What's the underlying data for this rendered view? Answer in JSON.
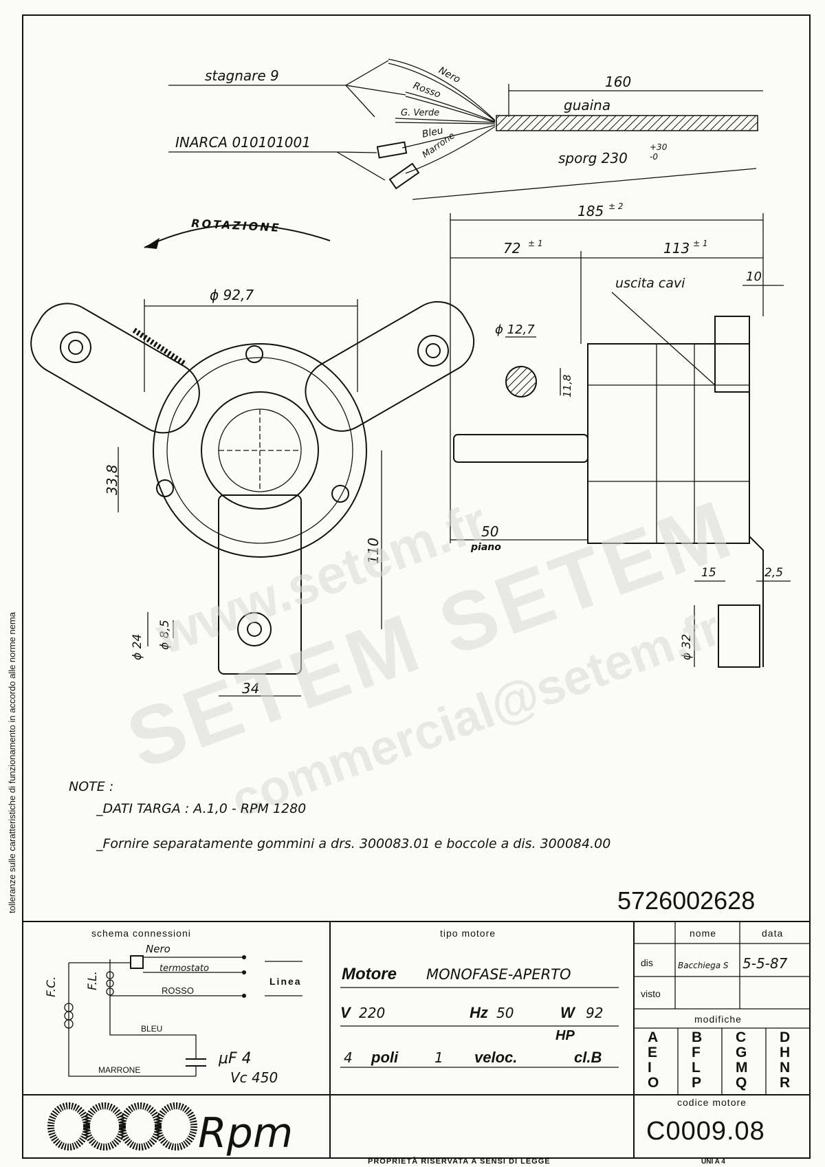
{
  "wiring": {
    "stagnare": "stagnare  9",
    "inarca": "INARCA  010101001",
    "wires": [
      "Nero",
      "Rosso",
      "G. Verde",
      "Bleu",
      "Marrone"
    ],
    "guaina": "guaina",
    "length_160": "160",
    "sporg": "sporg  230",
    "sporg_tol": "+30",
    "sporg_tol2": "-0"
  },
  "front_view": {
    "rotation": "ROTAZIONE",
    "dia_92": "ϕ 92,7",
    "dim_33": "33,8",
    "dim_110": "110",
    "dim_24": "ϕ 24",
    "dim_8": "ϕ 8,5",
    "dim_34": "34"
  },
  "side_view": {
    "dim_185": "185",
    "tol_185": "± 2",
    "dim_72": "72",
    "tol_72": "± 1",
    "dim_113": "113",
    "tol_113": "± 1",
    "uscita": "uscita  cavi",
    "dim_10": "10",
    "shaft_dia": "ϕ 12,7",
    "shaft_flat": "11,8",
    "dim_50": "50",
    "piano": "piano",
    "dim_15": "15",
    "dim_25": "2,5",
    "dim_32": "ϕ 32"
  },
  "side_note": "tolleranze sulle caratteristiche di funzionamento in accordo alle norme nema",
  "notes": {
    "heading": "NOTE :",
    "line1": "_DATI TARGA :  A.1,0    - RPM  1280",
    "line2": "_Fornire   separatamente   gommini  a drs. 300083.01    e  boccole  a  dis. 300084.00"
  },
  "part_number": "5726002628",
  "schema": {
    "title": "schema   connessioni",
    "nero": "Nero",
    "termostato": "termostato",
    "rosso": "ROSSO",
    "bleu": "BLEU",
    "marrone": "MARRONE",
    "linea": "Linea",
    "fc": "F.C.",
    "fl": "F.L.",
    "uf": "μF 4",
    "vc": "Vc 450"
  },
  "tipo": {
    "title": "tipo   motore",
    "motore_bold": "Motore",
    "motore_rest": "MONOFASE-APERTO",
    "v_label": "V",
    "v_val": "220",
    "hz_label": "Hz",
    "hz_val": "50",
    "w_label": "W",
    "w_val": "92",
    "hp": "HP",
    "poli_num": "4",
    "poli": "poli",
    "veloc_num": "1",
    "veloc": "veloc.",
    "cl": "cl.B"
  },
  "titleblock": {
    "nome": "nome",
    "data": "data",
    "dis": "dis",
    "visto": "visto",
    "dis_nome": "Bacchiega S",
    "dis_data": "5-5-87",
    "modifiche": "modifiche",
    "mod_cols": [
      "AEIO",
      "BFLP",
      "CGMQ",
      "DHNR"
    ],
    "codice_label": "codice  motore",
    "codice": "C0009.08"
  },
  "logo": "Rpm",
  "footer_left": "PROPRIETÀ  RISERVATA  A  SENSI  DI  LEGGE",
  "footer_right": "UNI A 4",
  "watermarks": [
    "www.setem.fr",
    "SETEM  SETEM",
    "commercial@setem.fr"
  ],
  "colors": {
    "ink": "#111111",
    "paper": "#fbfbf8",
    "watermark": "#d9d9d9"
  }
}
